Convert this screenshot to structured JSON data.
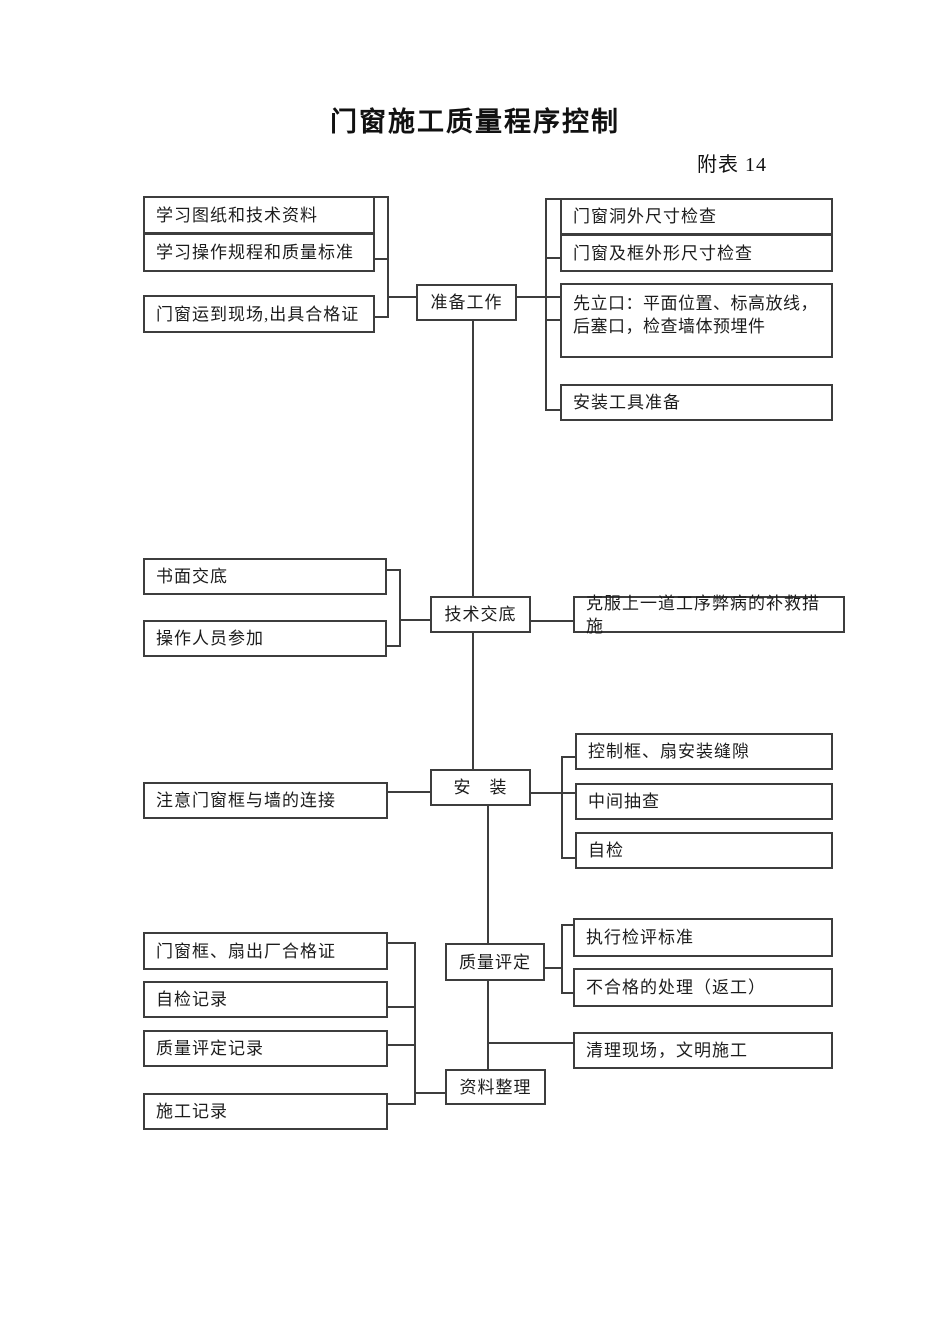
{
  "document": {
    "title": "门窗施工质量程序控制",
    "table_label": "附表 14"
  },
  "flowchart": {
    "prep": {
      "hub": "准备工作",
      "left": [
        "学习图纸和技术资料",
        "学习操作规程和质量标准",
        "门窗运到现场,出具合格证"
      ],
      "right": [
        "门窗洞外尺寸检查",
        "门窗及框外形尺寸检查",
        "先立口：平面位置、标高放线，\n后塞口，检查墙体预埋件",
        "安装工具准备"
      ]
    },
    "tech": {
      "hub": "技术交底",
      "left": [
        "书面交底",
        "操作人员参加"
      ],
      "right": [
        "克服上一道工序弊病的补救措施"
      ]
    },
    "install": {
      "hub": "安　装",
      "left": [
        "注意门窗框与墙的连接"
      ],
      "right": [
        "控制框、扇安装缝隙",
        "中间抽查",
        "自检"
      ]
    },
    "evaluate": {
      "hub": "质量评定",
      "left": [
        "门窗框、扇出厂合格证",
        "自检记录",
        "质量评定记录",
        "施工记录"
      ],
      "right": [
        "执行检评标准",
        "不合格的处理（返工）"
      ]
    },
    "archive": {
      "hub": "资料整理",
      "right": [
        "清理现场，文明施工"
      ]
    }
  }
}
